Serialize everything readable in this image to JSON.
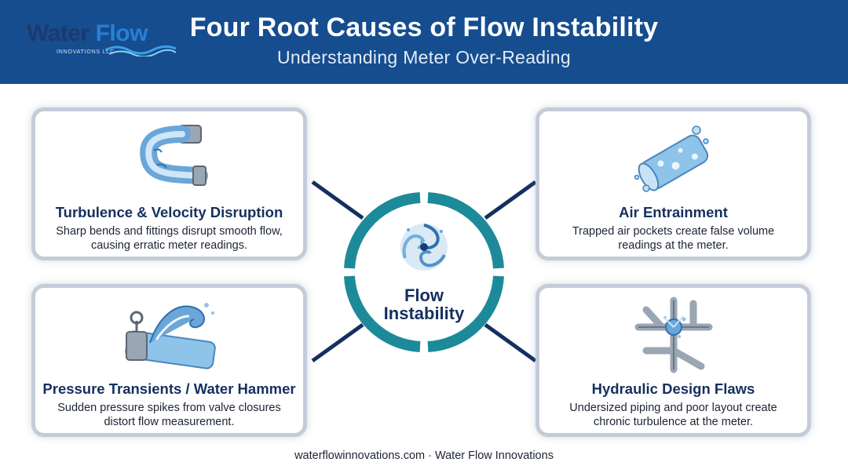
{
  "header": {
    "logo_word_1": "Water",
    "logo_word_2": "Flow",
    "logo_sub": "INNOVATIONS LLC",
    "title": "Four Root Causes of Flow Instability",
    "subtitle": "Understanding Meter Over-Reading"
  },
  "hub": {
    "line1": "Flow",
    "line2": "Instability"
  },
  "cards": [
    {
      "icon": "bent-pipe-icon",
      "title": "Turbulence & Velocity Disruption",
      "description": "Sharp bends and fittings disrupt smooth flow, causing erratic meter readings."
    },
    {
      "icon": "bubbling-pipe-icon",
      "title": "Air Entrainment",
      "description": "Trapped air pockets create false volume readings at the meter."
    },
    {
      "icon": "water-hammer-pipe-icon",
      "title": "Pressure Transients / Water Hammer",
      "description": "Sudden pressure spikes from valve closures distort flow measurement."
    },
    {
      "icon": "pipe-network-icon",
      "title": "Hydraulic Design Flaws",
      "description": "Undersized piping and poor layout create chronic turbulence at the meter."
    }
  ],
  "footer": "waterflowinnovations.com · Water Flow Innovations",
  "colors": {
    "header_bg": "#154d8f",
    "accent_teal": "#1d8a99",
    "connector": "#15305f",
    "card_border": "#c4ccd9",
    "title_text": "#15305f"
  }
}
